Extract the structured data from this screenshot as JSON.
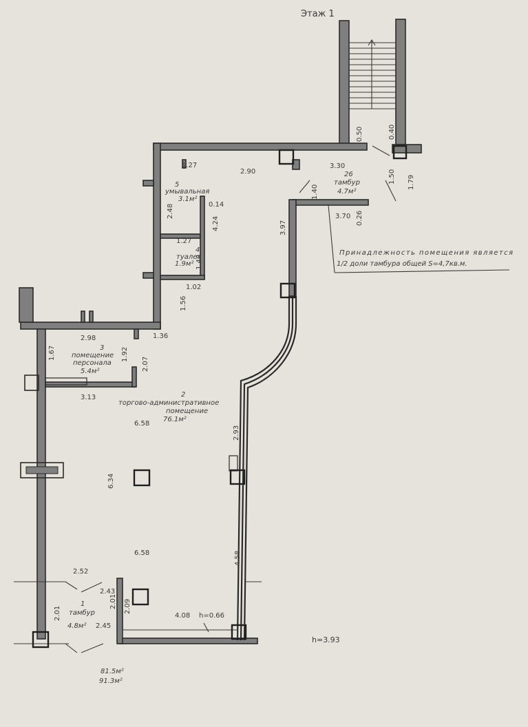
{
  "floor_label": "Этаж 1",
  "rooms": [
    {
      "id": "5",
      "name": "умывальная",
      "area": "3.1м²"
    },
    {
      "id": "4",
      "name": "туалет",
      "area": "1.9м²"
    },
    {
      "id": "3",
      "name_lines": [
        "помещение",
        "персонала"
      ],
      "area": "5.4м²"
    },
    {
      "id": "2",
      "name_lines": [
        "торгово-административное",
        "помещение"
      ],
      "area": "76.1м²"
    },
    {
      "id": "1",
      "name": "тамбур",
      "area": "4.8м²"
    },
    {
      "id": "26",
      "name": "тамбур",
      "area": "4.7м²"
    }
  ],
  "dimensions": {
    "d127a": "1.27",
    "d290": "2.90",
    "d330": "3.30",
    "d248": "2.48",
    "d014": "0.14",
    "d424": "4.24",
    "d127b": "1.27",
    "d148": "1.48",
    "d102": "1.02",
    "d156": "1.56",
    "d298": "2.98",
    "d136": "1.36",
    "d167": "1.67",
    "d192": "1.92",
    "d207": "2.07",
    "d313": "3.13",
    "d397": "3.97",
    "d140": "1.40",
    "d370": "3.70",
    "d026": "0.26",
    "d050": "0.50",
    "d040": "0.40",
    "d150": "1.50",
    "d179": "1.79",
    "d658a": "6.58",
    "d634": "6.34",
    "d658b": "6.58",
    "d293": "2.93",
    "d458": "4.58",
    "d252": "2.52",
    "d243": "2.43",
    "d201a": "2.01",
    "d201b": "2.01",
    "d209": "2.09",
    "d245": "2.45",
    "d408": "4.08",
    "h066": "h=0.66"
  },
  "note_lines": [
    "Принадлежность помещения является",
    "1/2 доли тамбура общей S=4,7кв.м."
  ],
  "ceiling_height": "h=3.93",
  "totals": [
    "81.5м²",
    "91.3м²"
  ]
}
